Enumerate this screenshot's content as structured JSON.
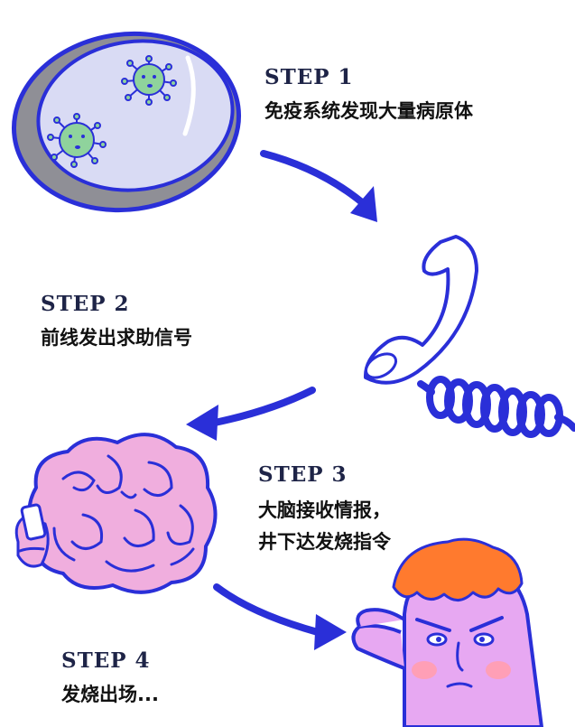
{
  "steps": [
    {
      "title": "STEP 1",
      "lines": [
        "免疫系统发现大量病原体"
      ]
    },
    {
      "title": "STEP 2",
      "lines": [
        "前线发出求助信号"
      ]
    },
    {
      "title": "STEP 3",
      "lines": [
        "大脑接收情报，",
        "井下达发烧指令"
      ]
    },
    {
      "title": "STEP 4",
      "lines": [
        "发烧出场..."
      ]
    }
  ],
  "colors": {
    "arrow": "#2a2fd8",
    "outline": "#2a2fd8",
    "cell_fill": "#d9dbf4",
    "cell_rim": "#8f8f96",
    "virus": "#8fd39c",
    "brain": "#f0aede",
    "phone": "#ffffff",
    "cord": "#2a2fd8",
    "face": "#e7a8f2",
    "hair": "#ff7a2e",
    "cheek": "#ff9fb6"
  },
  "icons": [
    "cell-icon",
    "virus-icon",
    "telephone-icon",
    "brain-icon",
    "smartphone-icon",
    "character-icon"
  ]
}
